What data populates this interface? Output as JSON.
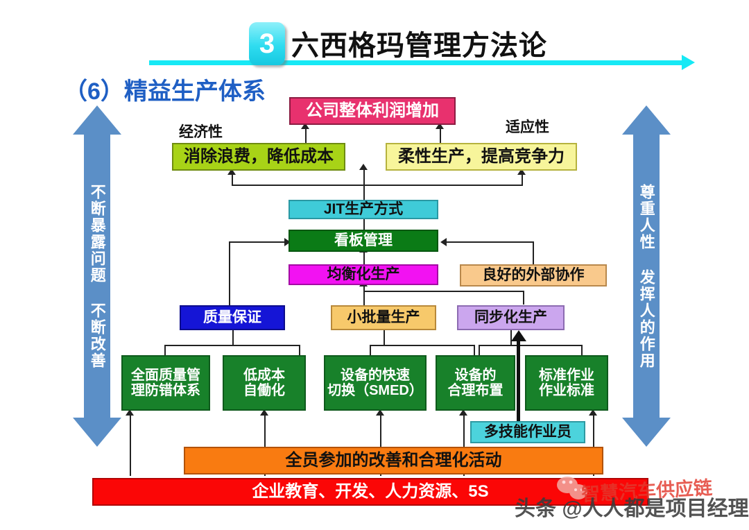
{
  "header": {
    "badge_number": "3",
    "title": "六西格玛管理方法论",
    "subtitle": "（6）精益生产体系",
    "accent_color": "#17E9F5",
    "title_color": "#111111",
    "subtitle_color": "#1F5FC4"
  },
  "side_arrows": {
    "left": {
      "text": "不断暴露问题 不断改善",
      "color": "#5B8FC7"
    },
    "right": {
      "text": "尊重人性 发挥人的作用",
      "color": "#5B8FC7"
    }
  },
  "labels": {
    "economy": "经济性",
    "adaptability": "适应性"
  },
  "nodes": {
    "profit": {
      "text": "公司整体利润增加",
      "bg": "#E8316E",
      "fg": "#FFFFFF",
      "border": "#8C1C42"
    },
    "waste": {
      "text": "消除浪费，降低成本",
      "bg": "#A8D317",
      "fg": "#111111",
      "border": "#6F8C10"
    },
    "flex": {
      "text": "柔性生产，提高竞争力",
      "bg": "#F7F59B",
      "fg": "#111111",
      "border": "#B5B23E"
    },
    "jit": {
      "text": "JIT生产方式",
      "bg": "#3FCBD8",
      "fg": "#111111",
      "border": "#2A98A3"
    },
    "kanban": {
      "text": "看板管理",
      "bg": "#0B7B16",
      "fg": "#FFFFFF",
      "border": "#075710"
    },
    "leveling": {
      "text": "均衡化生产",
      "bg": "#F212F2",
      "fg": "#111111",
      "border": "#A30BA3"
    },
    "external": {
      "text": "良好的外部协作",
      "bg": "#F9C98C",
      "fg": "#111111",
      "border": "#B8884C"
    },
    "quality": {
      "text": "质量保证",
      "bg": "#1515D6",
      "fg": "#FFFFFF",
      "border": "#0C0C8C"
    },
    "smalllot": {
      "text": "小批量生产",
      "bg": "#F7C96B",
      "fg": "#111111",
      "border": "#B8893A"
    },
    "sync": {
      "text": "同步化生产",
      "bg": "#CBA6EE",
      "fg": "#111111",
      "border": "#8C6BB1"
    },
    "tqm": {
      "text": "全面质量管\n理防错体系",
      "bg": "#18812A",
      "fg": "#FFFFFF",
      "border": "#0E5A1C"
    },
    "lowcost": {
      "text": "低成本\n自働化",
      "bg": "#18812A",
      "fg": "#FFFFFF",
      "border": "#0E5A1C"
    },
    "smed": {
      "text": "设备的快速\n切换（SMED）",
      "bg": "#18812A",
      "fg": "#FFFFFF",
      "border": "#0E5A1C"
    },
    "layout": {
      "text": "设备的\n合理布置",
      "bg": "#18812A",
      "fg": "#FFFFFF",
      "border": "#0E5A1C"
    },
    "standard": {
      "text": "标准作业\n作业标准",
      "bg": "#18812A",
      "fg": "#FFFFFF",
      "border": "#0E5A1C"
    },
    "multiskill": {
      "text": "多技能作业员",
      "bg": "#4CD3DC",
      "fg": "#111111",
      "border": "#2E9AA2"
    },
    "kaizen": {
      "text": "全员参加的改善和合理化活动",
      "bg": "#F97B11",
      "fg": "#111111",
      "border": "#B35305"
    },
    "foundation": {
      "text": "企业教育、开发、人力资源、5S",
      "bg": "#FB0606",
      "fg": "#FFFFFF",
      "border": "#B10303"
    }
  },
  "watermarks": {
    "red_text": "智慧汽车供应链",
    "dark_text": "头条 @人人都是项目经理",
    "icon": "wechat-icon"
  }
}
